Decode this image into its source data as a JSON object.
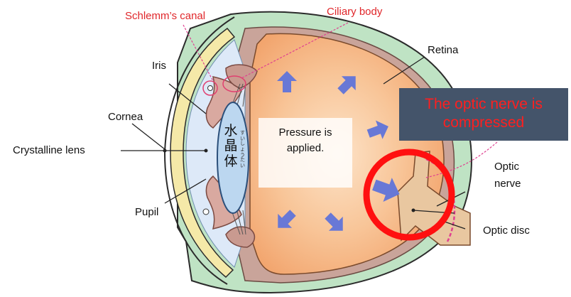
{
  "labels": {
    "schlemm": "Schlemm’s canal",
    "ciliary": "Ciliary body",
    "retina": "Retina",
    "iris": "Iris",
    "cornea": "Cornea",
    "lens": "Crystalline lens",
    "pupil": "Pupil",
    "optic_nerve_line1": "Optic",
    "optic_nerve_line2": "nerve",
    "optic_disc": "Optic disc"
  },
  "center_text": {
    "line1": "Pressure is",
    "line2": "applied."
  },
  "lens_text": {
    "kanji": "水晶体",
    "kana": "すいしょうたい"
  },
  "banner": {
    "line1": "The optic nerve is",
    "line2": "compressed"
  },
  "colors": {
    "accent_red": "#e0262a",
    "vitreous": "#f6b888",
    "sclera": "#bfe3c4",
    "choroid": "#c9a49a",
    "aqueous": "#dde9f8",
    "lens": "#bcd7f0",
    "arrow": "#6878d6",
    "banner_bg": "#44546a",
    "banner_text": "#ff1f1f",
    "highlight_circle": "#ff1010",
    "optic_nerve": "#e9c7a0"
  }
}
